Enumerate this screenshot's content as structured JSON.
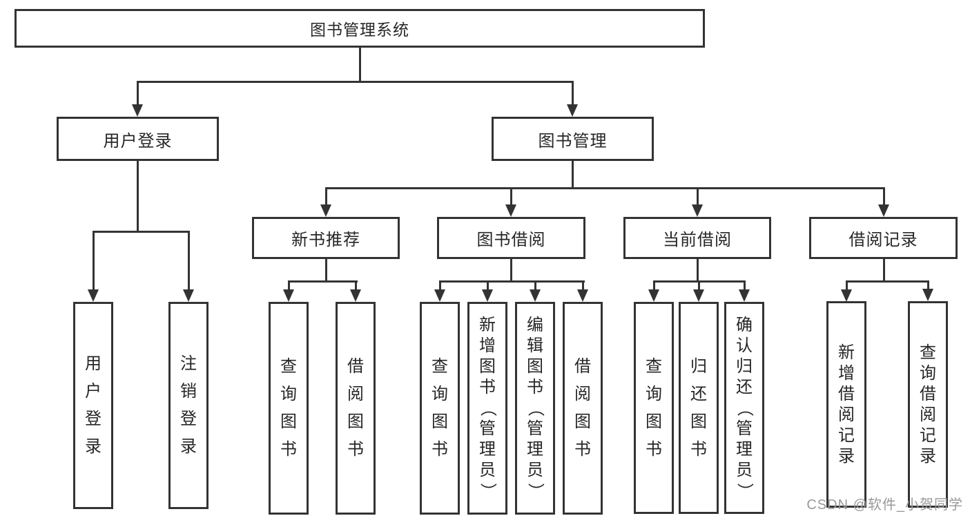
{
  "colors": {
    "line": "#333333",
    "box_border": "#333333",
    "text": "#262626",
    "watermark": "#999999",
    "background": "#ffffff"
  },
  "diagram": {
    "root": {
      "label": "图书管理系统"
    },
    "branches": [
      {
        "label": "用户登录",
        "children": [
          {
            "label": "用户登录"
          },
          {
            "label": "注销登录"
          }
        ]
      },
      {
        "label": "图书管理",
        "groups": [
          {
            "label": "新书推荐",
            "children": [
              {
                "label": "查询图书"
              },
              {
                "label": "借阅图书"
              }
            ]
          },
          {
            "label": "图书借阅",
            "children": [
              {
                "label": "查询图书"
              },
              {
                "label": "新增图书（管理员）"
              },
              {
                "label": "编辑图书（管理员）"
              },
              {
                "label": "借阅图书"
              }
            ]
          },
          {
            "label": "当前借阅",
            "children": [
              {
                "label": "查询图书"
              },
              {
                "label": "归还图书"
              },
              {
                "label": "确认归还（管理员）"
              }
            ]
          },
          {
            "label": "借阅记录",
            "children": [
              {
                "label": "新增借阅记录"
              },
              {
                "label": "查询借阅记录"
              }
            ]
          }
        ]
      }
    ]
  },
  "watermark": {
    "text": "CSDN @软件_小贺同学"
  }
}
